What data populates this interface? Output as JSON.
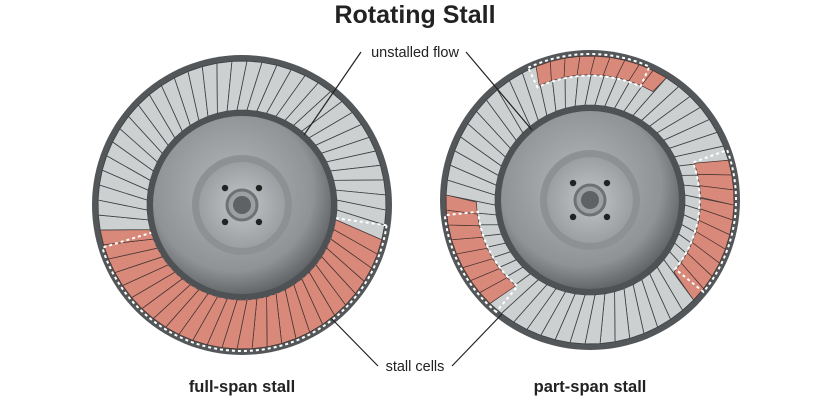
{
  "title": "Rotating Stall",
  "labels": {
    "unstalled_flow": "unstalled flow",
    "stall_cells": "stall cells"
  },
  "rotors": [
    {
      "id": "full-span",
      "caption": "full-span stall"
    },
    {
      "id": "part-span",
      "caption": "part-span stall"
    }
  ],
  "colors": {
    "blade": "#ccd0d1",
    "stall": "#d8897a",
    "ring": "#545759",
    "hub": "#9b9fa1",
    "bolt": "#222222",
    "background": "#ffffff"
  }
}
